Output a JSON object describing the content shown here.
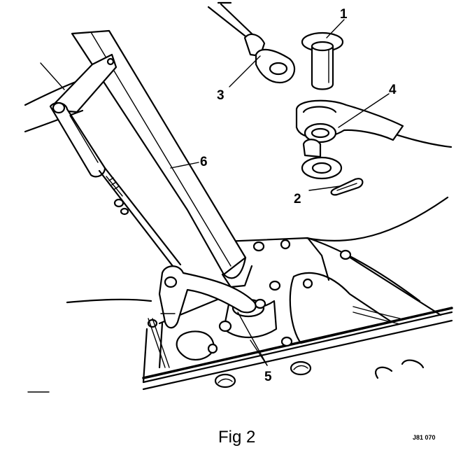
{
  "figure": {
    "caption": "Fig 2",
    "reference_code": "J81 070"
  },
  "callouts": {
    "c1": "1",
    "c2": "2",
    "c3": "3",
    "c4": "4",
    "c5": "5",
    "c6": "6"
  }
}
